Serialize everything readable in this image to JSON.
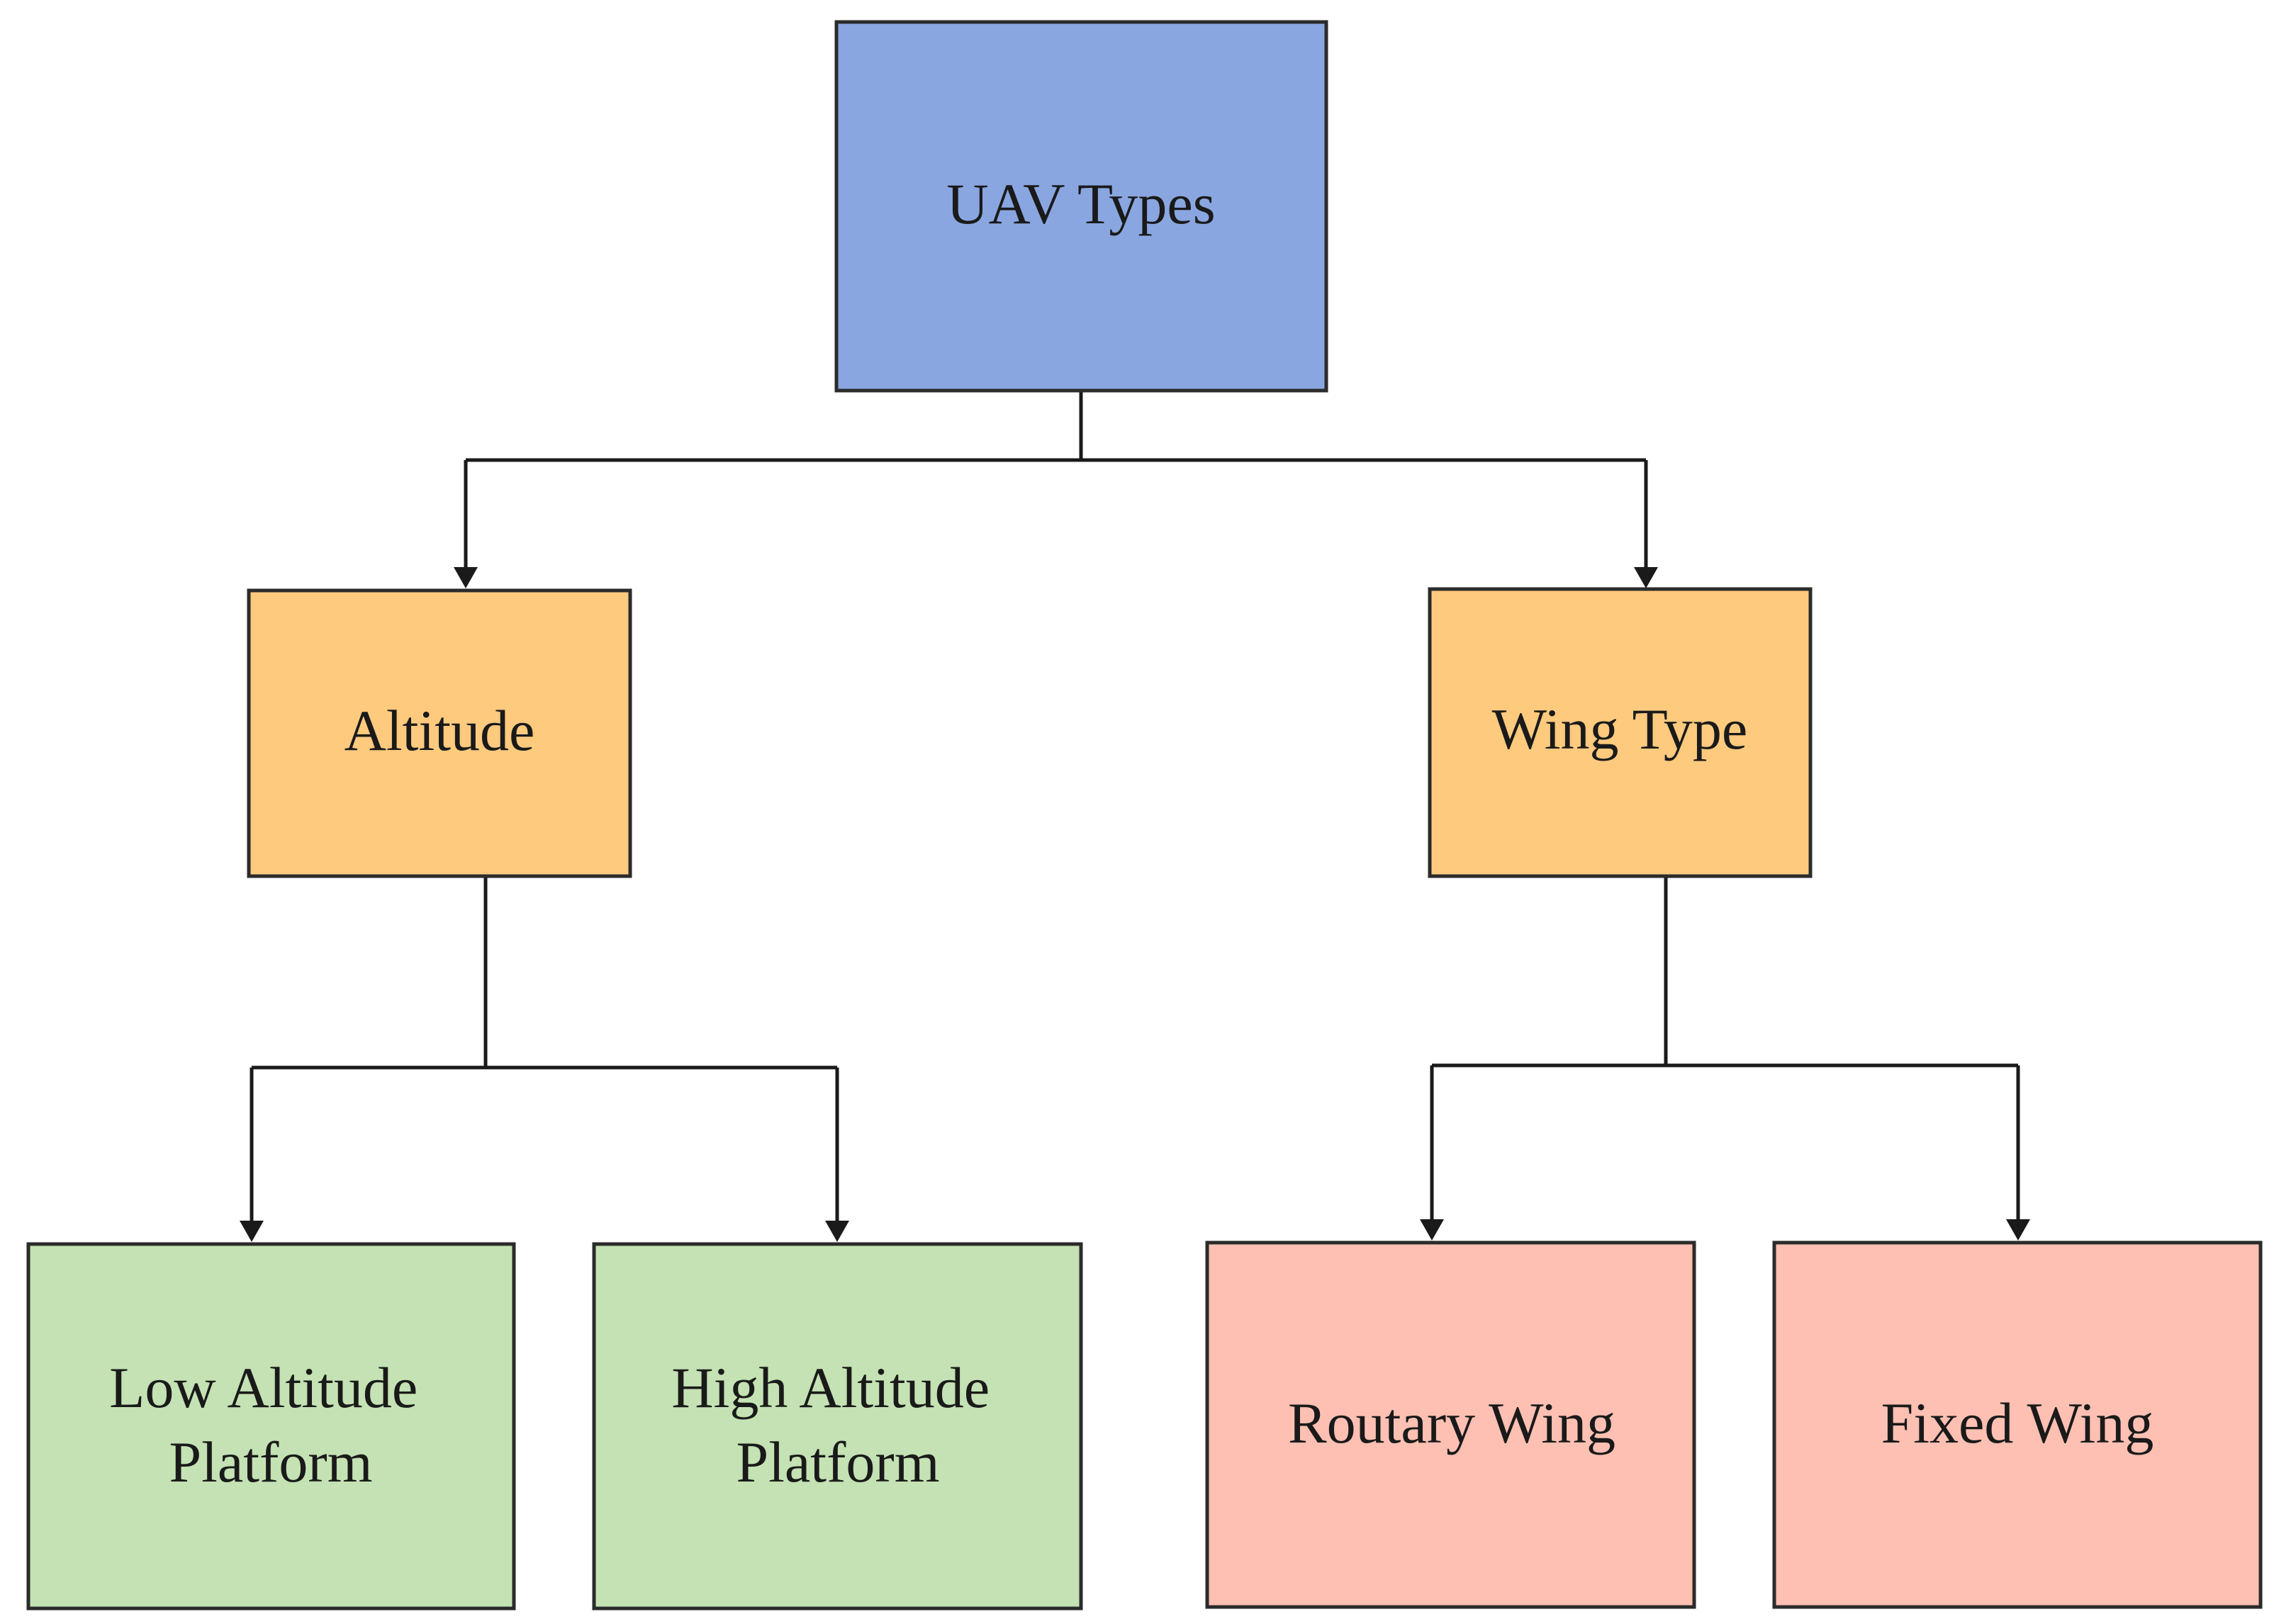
{
  "diagram": {
    "root": {
      "label": "UAV Types",
      "color": "#89a6e0"
    },
    "categories": [
      {
        "label": "Altitude",
        "color": "#fdca7e"
      },
      {
        "label": "Wing Type",
        "color": "#fdca7e"
      }
    ],
    "leaves": [
      {
        "lines": [
          "Low Altitude",
          "Platform"
        ],
        "color": "#c4e2b3"
      },
      {
        "lines": [
          "High Altitude",
          "Platform"
        ],
        "color": "#c4e2b3"
      },
      {
        "lines": [
          "Routary Wing"
        ],
        "color": "#fdc0b3"
      },
      {
        "lines": [
          "Fixed Wing"
        ],
        "color": "#fdc0b3"
      }
    ],
    "line_color": "#1a1a1a"
  }
}
